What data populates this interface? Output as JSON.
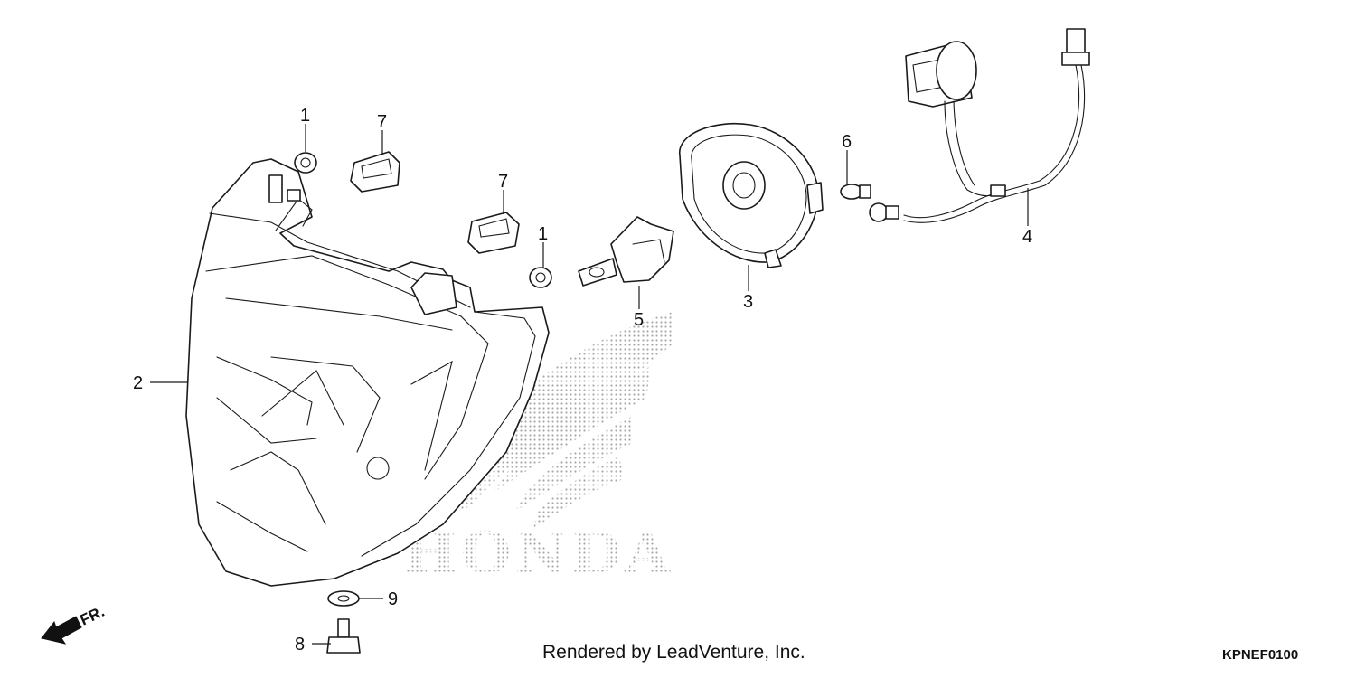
{
  "diagram": {
    "watermark_text": "HONDA",
    "front_indicator": "FR.",
    "callouts": {
      "c1a": "1",
      "c1b": "1",
      "c2": "2",
      "c3": "3",
      "c4": "4",
      "c5": "5",
      "c6": "6",
      "c7a": "7",
      "c7b": "7",
      "c8": "8",
      "c9": "9"
    },
    "watermark_color": "#9a9a9a"
  },
  "footer": {
    "credit": "Rendered by LeadVenture, Inc.",
    "code": "KPNEF0100"
  }
}
